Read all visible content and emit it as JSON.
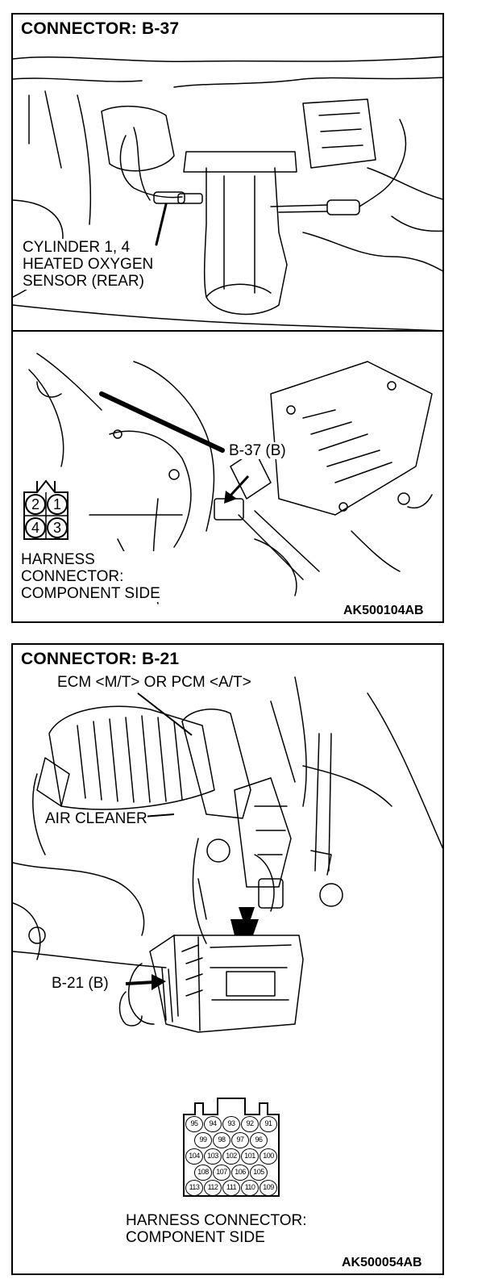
{
  "panels": [
    {
      "title": "CONNECTOR: B-37",
      "sensor_label_lines": [
        "CYLINDER 1, 4",
        "HEATED OXYGEN",
        "SENSOR (REAR)"
      ],
      "connector_callout": "B-37 (B)",
      "connector_pins": [
        "2",
        "1",
        "4",
        "3"
      ],
      "harness_label_lines": [
        "HARNESS",
        "CONNECTOR:",
        "COMPONENT SIDE"
      ],
      "figure_code": "AK500104AB"
    },
    {
      "title": "CONNECTOR: B-21",
      "ecm_label": "ECM <M/T> OR PCM <A/T>",
      "air_cleaner_label": "AIR CLEANER",
      "connector_callout": "B-21 (B)",
      "connector_pin_rows": [
        [
          "95",
          "94",
          "93",
          "92",
          "91"
        ],
        [
          "99",
          "98",
          "97",
          "96"
        ],
        [
          "104",
          "103",
          "102",
          "101",
          "100"
        ],
        [
          "108",
          "107",
          "106",
          "105"
        ],
        [
          "113",
          "112",
          "111",
          "110",
          "109"
        ]
      ],
      "harness_label_lines": [
        "HARNESS CONNECTOR:",
        "COMPONENT SIDE"
      ],
      "figure_code": "AK500054AB"
    }
  ]
}
